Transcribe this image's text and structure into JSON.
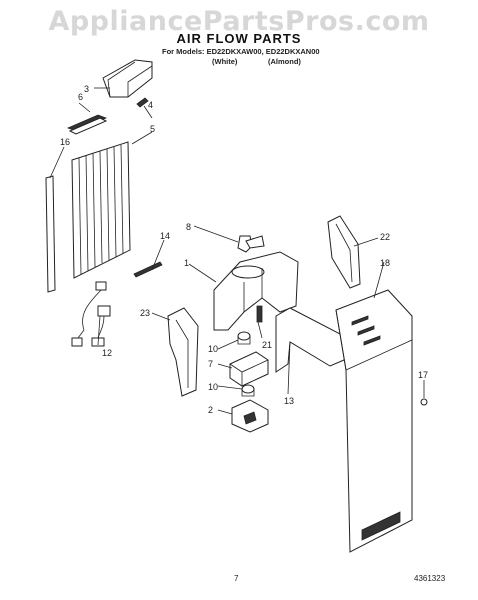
{
  "watermark": "AppliancePartsPros.com",
  "title": "AIR FLOW PARTS",
  "models_line": "For Models: ED22DKXAW00, ED22DKXAN00",
  "color_white": "(White)",
  "color_almond": "(Almond)",
  "page_number": "7",
  "doc_number": "4361323",
  "callouts": [
    "1",
    "2",
    "3",
    "4",
    "5",
    "6",
    "7",
    "8",
    "10",
    "10",
    "12",
    "13",
    "14",
    "16",
    "17",
    "18",
    "21",
    "22",
    "23"
  ]
}
